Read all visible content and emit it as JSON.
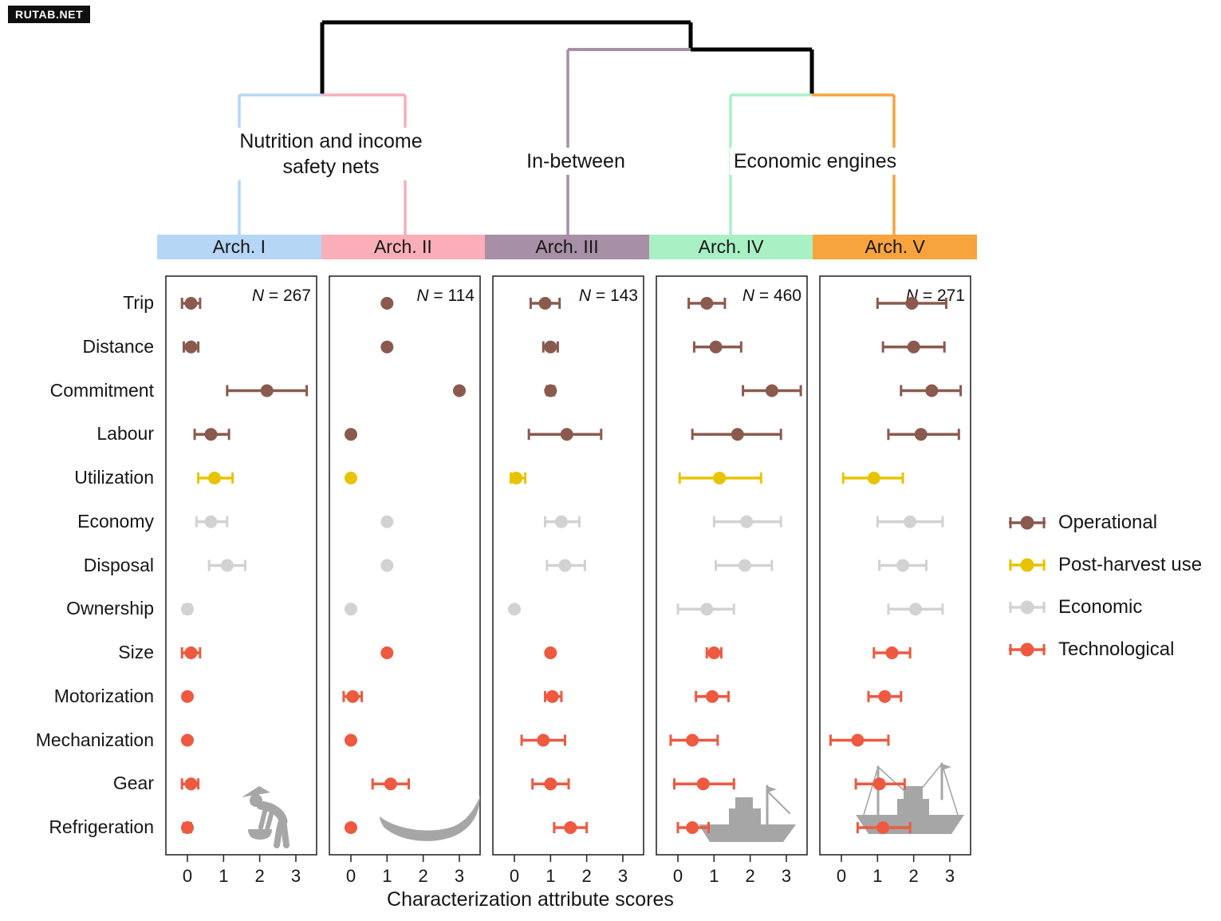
{
  "watermark": "RUTAB.NET",
  "clusters": [
    {
      "label": "Nutrition and income safety nets",
      "archetypes": [
        "Arch. I",
        "Arch. II"
      ]
    },
    {
      "label": "In-between",
      "archetypes": [
        "Arch. III"
      ]
    },
    {
      "label": "Economic engines",
      "archetypes": [
        "Arch. IV",
        "Arch. V"
      ]
    }
  ],
  "legend": {
    "position": "right",
    "items": [
      {
        "label": "Operational",
        "color": "#8a5a4e"
      },
      {
        "label": "Post-harvest use",
        "color": "#e8c400"
      },
      {
        "label": "Economic",
        "color": "#d2d2d2"
      },
      {
        "label": "Technological",
        "color": "#ee5940"
      }
    ]
  },
  "chart_data": {
    "type": "scatter",
    "subtype": "dot-and-error-bar small multiples (means with ranges per archetype)",
    "xlabel": "Characterization attribute scores",
    "xlim": [
      0,
      3
    ],
    "xticks": [
      0,
      1,
      2,
      3
    ],
    "grid": false,
    "categories": [
      "Trip",
      "Distance",
      "Commitment",
      "Labour",
      "Utilization",
      "Economy",
      "Disposal",
      "Ownership",
      "Size",
      "Motorization",
      "Mechanization",
      "Gear",
      "Refrigeration"
    ],
    "category_groups": [
      "Operational",
      "Operational",
      "Operational",
      "Operational",
      "Post-harvest use",
      "Economic",
      "Economic",
      "Economic",
      "Technological",
      "Technological",
      "Technological",
      "Technological",
      "Technological"
    ],
    "value_format": "[mean, low, high]",
    "panels": [
      {
        "label": "Arch. I",
        "color": "#b5d6f5",
        "n": 267,
        "n_label": "N = 267",
        "icon": "person-with-basket",
        "values": [
          [
            0.1,
            -0.15,
            0.35
          ],
          [
            0.1,
            -0.1,
            0.3
          ],
          [
            2.2,
            1.1,
            3.3
          ],
          [
            0.65,
            0.2,
            1.15
          ],
          [
            0.75,
            0.3,
            1.25
          ],
          [
            0.65,
            0.25,
            1.1
          ],
          [
            1.1,
            0.6,
            1.6
          ],
          [
            0.0,
            -0.1,
            0.1
          ],
          [
            0.1,
            -0.15,
            0.35
          ],
          [
            0.0,
            0.0,
            0.0
          ],
          [
            0.0,
            0.0,
            0.0
          ],
          [
            0.1,
            -0.15,
            0.3
          ],
          [
            0.0,
            -0.1,
            0.1
          ]
        ]
      },
      {
        "label": "Arch. II",
        "color": "#f9aeb8",
        "n": 114,
        "n_label": "N = 114",
        "icon": "canoe",
        "values": [
          [
            1.0,
            1.0,
            1.0
          ],
          [
            1.0,
            1.0,
            1.0
          ],
          [
            3.0,
            3.0,
            3.0
          ],
          [
            0.0,
            0.0,
            0.0
          ],
          [
            0.0,
            0.0,
            0.0
          ],
          [
            1.0,
            1.0,
            1.0
          ],
          [
            1.0,
            1.0,
            1.0
          ],
          [
            0.0,
            0.0,
            0.0
          ],
          [
            1.0,
            1.0,
            1.0
          ],
          [
            0.05,
            -0.2,
            0.3
          ],
          [
            0.0,
            0.0,
            0.0
          ],
          [
            1.1,
            0.6,
            1.6
          ],
          [
            0.0,
            0.0,
            0.0
          ]
        ]
      },
      {
        "label": "Arch. III",
        "color": "#a78fa5",
        "n": 143,
        "n_label": "N = 143",
        "icon": null,
        "values": [
          [
            0.85,
            0.45,
            1.25
          ],
          [
            1.0,
            0.8,
            1.2
          ],
          [
            1.0,
            0.9,
            1.1
          ],
          [
            1.45,
            0.4,
            2.4
          ],
          [
            0.05,
            -0.1,
            0.3
          ],
          [
            1.3,
            0.85,
            1.8
          ],
          [
            1.4,
            0.9,
            1.95
          ],
          [
            0.0,
            0.0,
            0.0
          ],
          [
            1.0,
            1.0,
            1.0
          ],
          [
            1.05,
            0.85,
            1.3
          ],
          [
            0.8,
            0.2,
            1.4
          ],
          [
            1.0,
            0.5,
            1.5
          ],
          [
            1.55,
            1.1,
            2.0
          ]
        ]
      },
      {
        "label": "Arch. IV",
        "color": "#a9f0c4",
        "n": 460,
        "n_label": "N = 460",
        "icon": "motor-boat",
        "values": [
          [
            0.8,
            0.3,
            1.3
          ],
          [
            1.05,
            0.45,
            1.75
          ],
          [
            2.6,
            1.8,
            3.4
          ],
          [
            1.65,
            0.4,
            2.85
          ],
          [
            1.15,
            0.05,
            2.3
          ],
          [
            1.9,
            1.0,
            2.85
          ],
          [
            1.85,
            1.05,
            2.6
          ],
          [
            0.8,
            0.0,
            1.55
          ],
          [
            1.0,
            0.8,
            1.2
          ],
          [
            0.95,
            0.5,
            1.4
          ],
          [
            0.4,
            -0.2,
            1.1
          ],
          [
            0.7,
            -0.1,
            1.55
          ],
          [
            0.4,
            0.0,
            0.85
          ]
        ]
      },
      {
        "label": "Arch. V",
        "color": "#f7a33e",
        "n": 271,
        "n_label": "N = 271",
        "icon": "trawler-ship",
        "values": [
          [
            1.95,
            1.0,
            2.9
          ],
          [
            2.0,
            1.15,
            2.85
          ],
          [
            2.5,
            1.65,
            3.3
          ],
          [
            2.2,
            1.3,
            3.25
          ],
          [
            0.9,
            0.05,
            1.7
          ],
          [
            1.9,
            1.0,
            2.8
          ],
          [
            1.7,
            1.05,
            2.35
          ],
          [
            2.05,
            1.3,
            2.8
          ],
          [
            1.4,
            0.9,
            1.9
          ],
          [
            1.2,
            0.75,
            1.65
          ],
          [
            0.45,
            -0.3,
            1.3
          ],
          [
            1.05,
            0.4,
            1.75
          ],
          [
            1.15,
            0.45,
            1.9
          ]
        ]
      }
    ]
  }
}
